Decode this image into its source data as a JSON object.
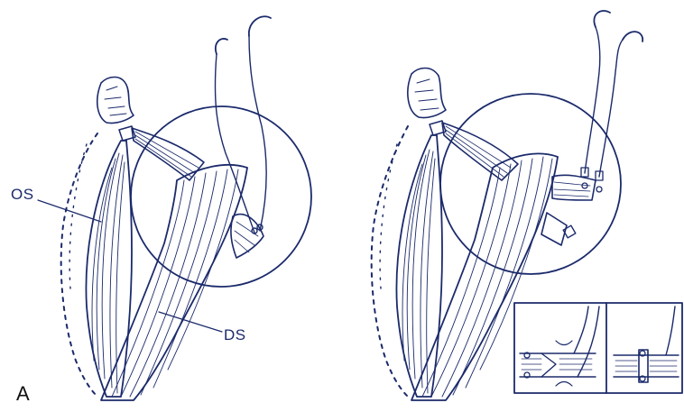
{
  "labels": {
    "os": "OS",
    "ds": "DS",
    "panel": "A"
  },
  "colors": {
    "ink": "#1b2a6b",
    "background": "#ffffff"
  }
}
